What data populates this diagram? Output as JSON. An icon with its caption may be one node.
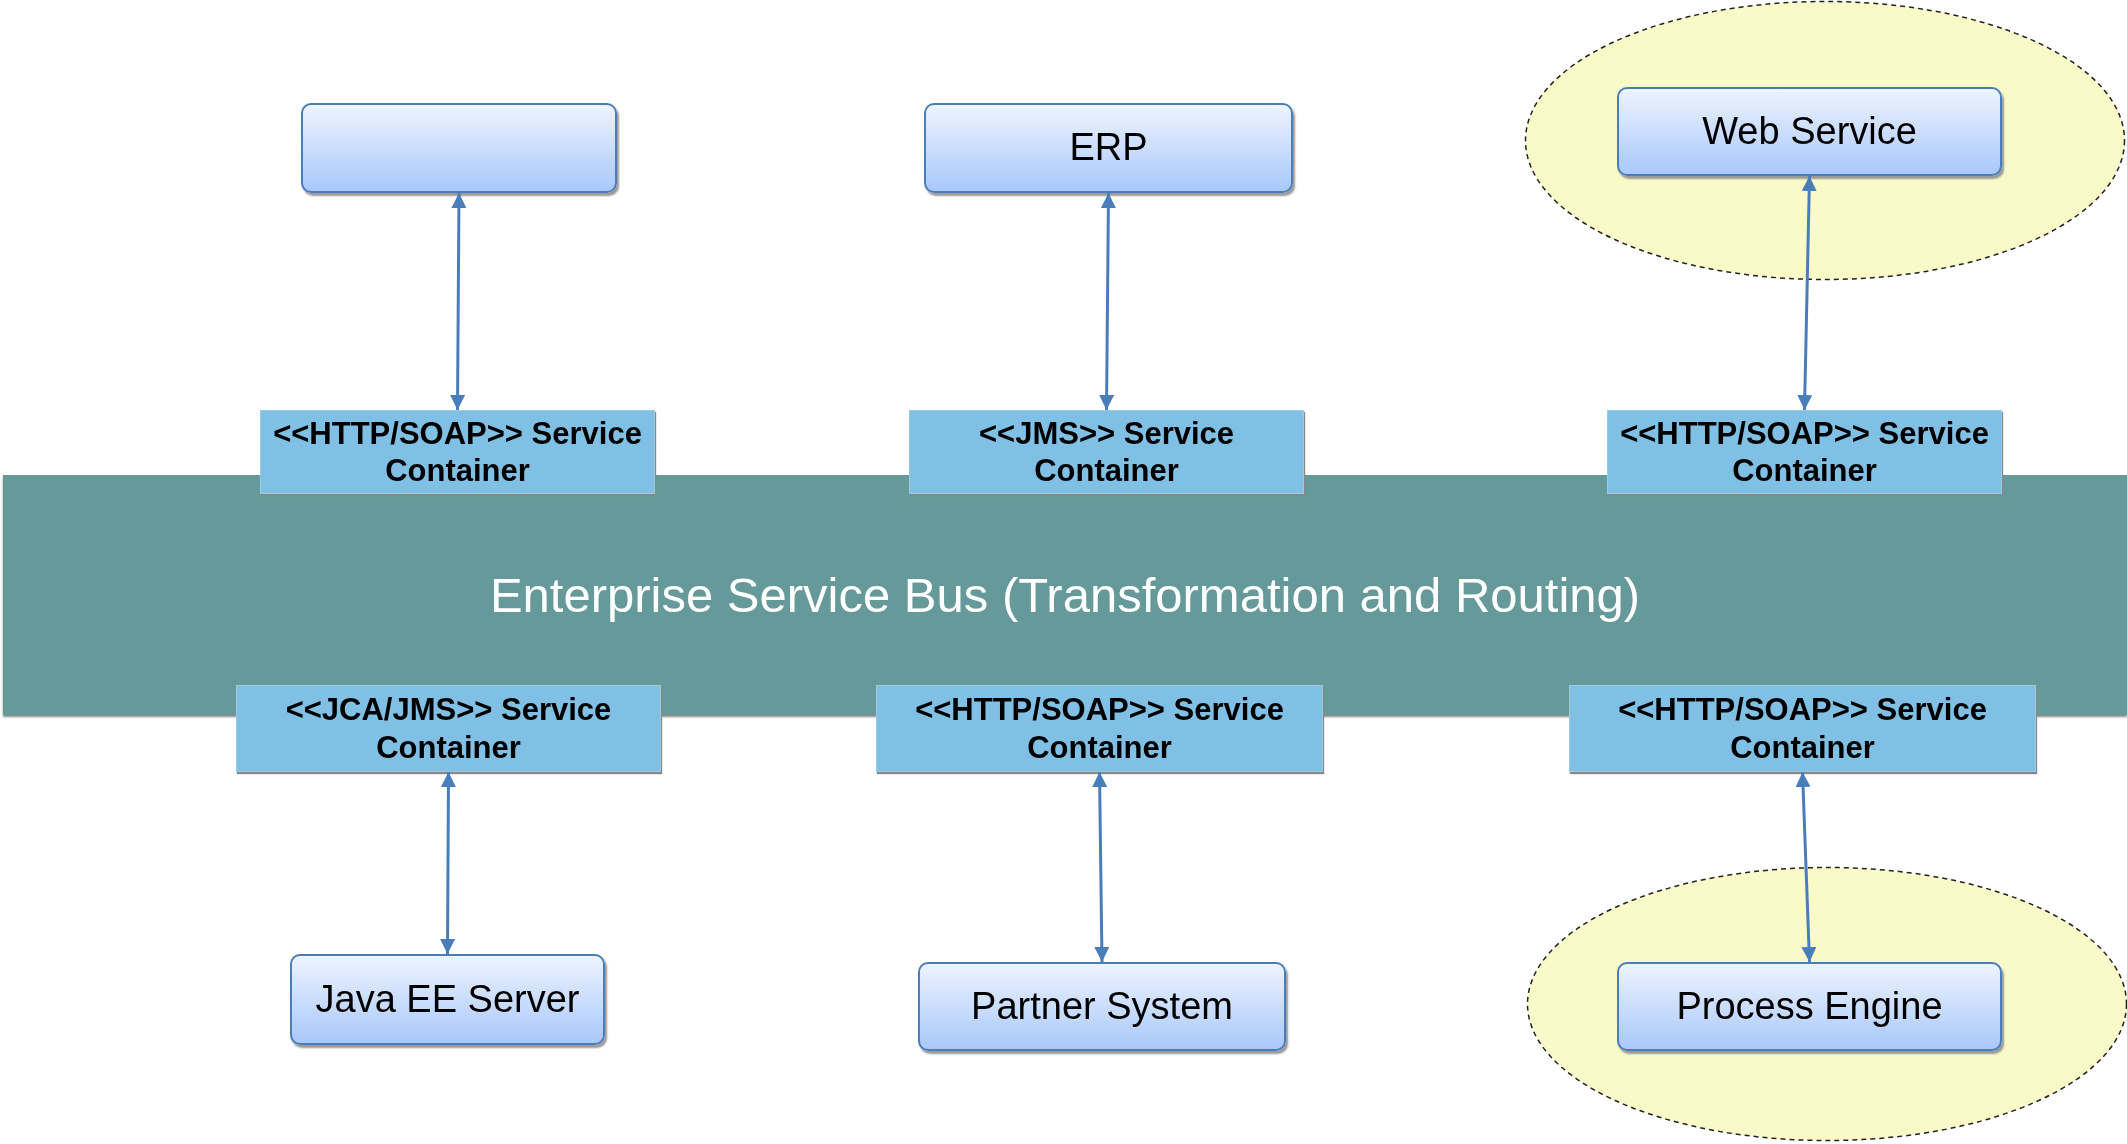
{
  "diagram": {
    "nodes": [
      {
        "text": [],
        "shape": "ellipse"
      },
      {
        "text": [],
        "shape": "box"
      },
      {
        "text": [
          "ERP"
        ]
      },
      {
        "text": [
          "Web Service"
        ],
        "in": 0
      },
      {
        "text": [
          "<<HTTP/SOAP>> Service Container"
        ]
      },
      {
        "text": [
          "<<JMS>> Service Container"
        ]
      },
      {
        "text": [
          "<<HTTP/SOAP>> Service Container"
        ]
      },
      {
        "text": [
          "Enterprise Service Bus (Transformation and Routing)"
        ]
      },
      {
        "text": [
          "<<JCA/JMS>> Service Container"
        ]
      },
      {
        "text": [
          "<<HTTP/SOAP>> Service Container"
        ]
      },
      {
        "text": [
          "<<HTTP/SOAP>> Service Container"
        ]
      },
      {
        "text": [
          "Java EE Server"
        ]
      },
      {
        "text": [
          "Partner System"
        ]
      },
      {
        "text": [],
        "shape": "ellipse"
      },
      {
        "text": [
          "Process Engine"
        ],
        "in": 13
      }
    ],
    "edges": [
      {
        "from": 1,
        "to": 4,
        "arrow": "both"
      },
      {
        "from": 2,
        "to": 5,
        "arrow": "both"
      },
      {
        "from": 3,
        "to": 6,
        "arrow": "both"
      },
      {
        "from": 8,
        "to": 11,
        "arrow": "both"
      },
      {
        "from": 9,
        "to": 12,
        "arrow": "both"
      },
      {
        "from": 10,
        "to": 14,
        "arrow": "both"
      }
    ]
  }
}
